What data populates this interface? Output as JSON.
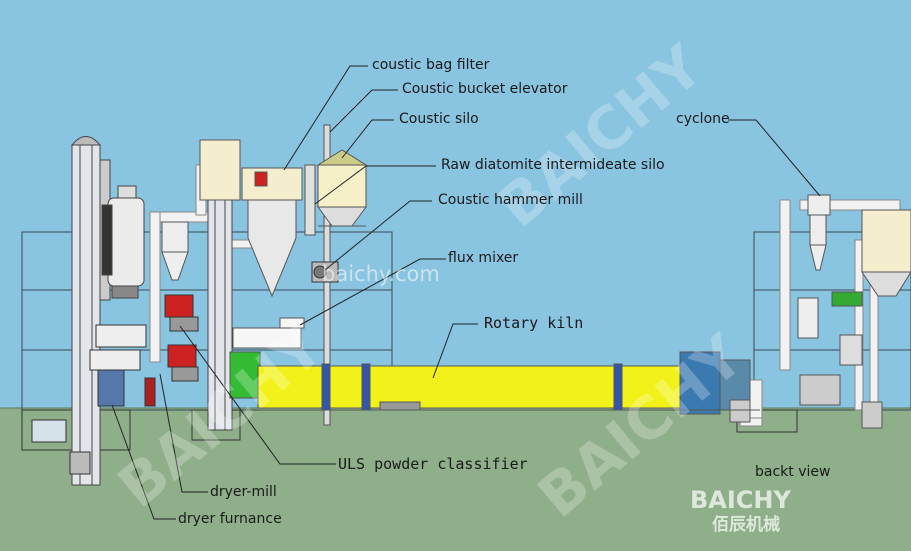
{
  "labels": {
    "coustic_bag_filter": "coustic bag filter",
    "coustic_bucket_elevator": "Coustic bucket elevator",
    "coustic_silo": "Coustic silo",
    "raw_diatomite_silo": "Raw diatomite intermideate silo",
    "coustic_hammer_mill": "Coustic hammer mill",
    "flux_mixer": "flux mixer",
    "rotary_kiln": "Rotary kiln",
    "cyclone": "cyclone",
    "uls_powder_classifier": "ULS powder classifier",
    "dryer_mill": "dryer-mill",
    "dryer_furnance": "dryer furnance",
    "back_view": "backt view"
  },
  "watermark": {
    "brand": "BAICHY",
    "url": "baichy.com",
    "logo_latin": "BAICHY",
    "logo_cjk": "佰辰机械"
  },
  "colors": {
    "sky": "#89c4e0",
    "ground": "#8fae8a",
    "kiln": "#f2f21a",
    "equipment_red": "#cc2222",
    "green_hood": "#33bb33"
  }
}
